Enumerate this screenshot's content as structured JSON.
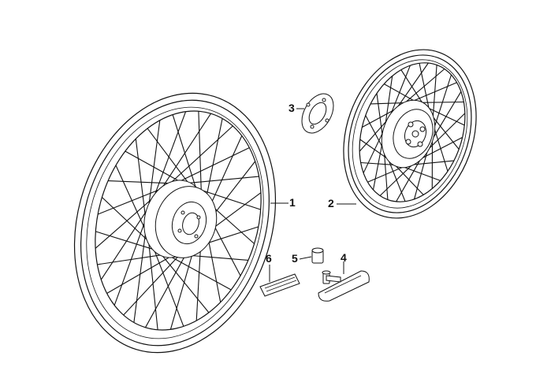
{
  "callouts": [
    {
      "id": "1",
      "label": "1"
    },
    {
      "id": "2",
      "label": "2"
    },
    {
      "id": "3",
      "label": "3"
    },
    {
      "id": "4",
      "label": "4"
    },
    {
      "id": "5",
      "label": "5"
    },
    {
      "id": "6",
      "label": "6"
    }
  ],
  "parts": {
    "1": "front-spoke-wheel",
    "2": "rear-spoke-wheel",
    "3": "sensor-ring",
    "4": "valve-cap-housing",
    "5": "valve-nut",
    "6": "balance-weight-strip"
  }
}
